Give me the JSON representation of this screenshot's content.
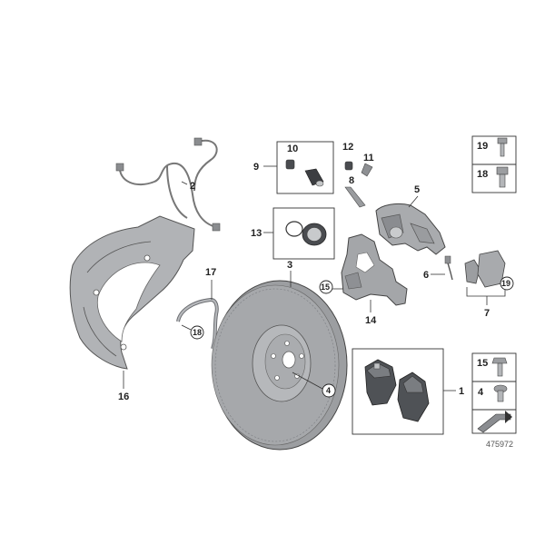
{
  "callouts": {
    "c1": "1",
    "c2": "2",
    "c3": "3",
    "c4": "4",
    "c5": "5",
    "c6": "6",
    "c7": "7",
    "c8": "8",
    "c9": "9",
    "c10": "10",
    "c11": "11",
    "c12": "12",
    "c13": "13",
    "c14": "14",
    "c15": "15",
    "c15b": "15",
    "c16": "16",
    "c17": "17",
    "c18": "18",
    "c18b": "18",
    "c19": "19",
    "c19b": "19"
  },
  "reference_number": "475972",
  "colors": {
    "part_fill": "#a9abae",
    "part_dark": "#7d8084",
    "pad_fill": "#4f5256",
    "line": "#333333"
  }
}
